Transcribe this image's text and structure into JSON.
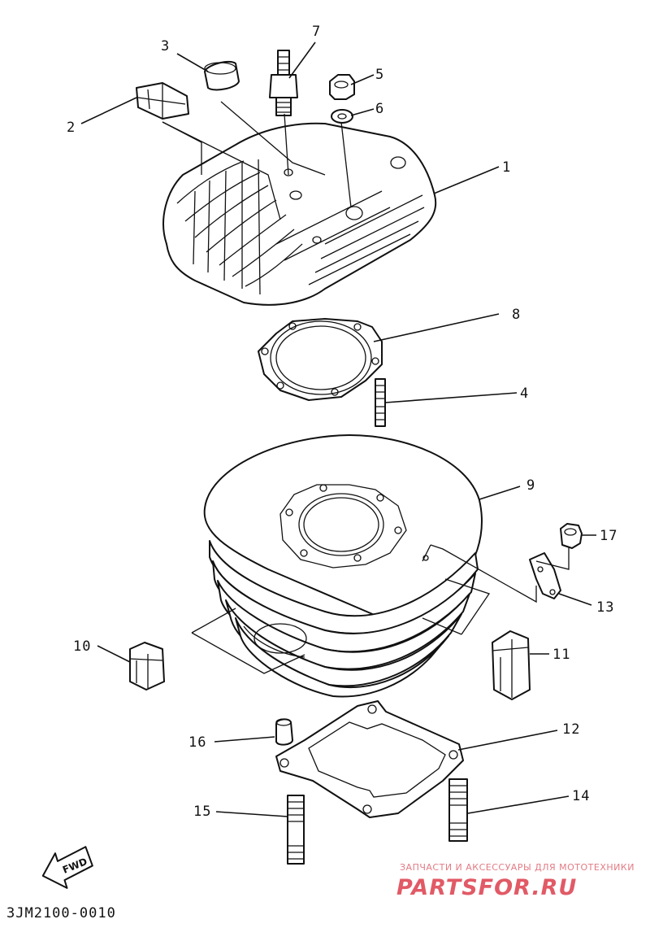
{
  "diagram": {
    "drawing_code": "3JM2100-0010",
    "direction_label": "FWD",
    "watermark": {
      "line1": "ЗАПЧАСТИ И АКСЕССУАРЫ ДЛЯ МОТОТЕХНИКИ",
      "line2": "PARTSFOR.RU"
    },
    "callouts": [
      {
        "id": "c1",
        "label": "1"
      },
      {
        "id": "c2",
        "label": "2"
      },
      {
        "id": "c3",
        "label": "3"
      },
      {
        "id": "c4",
        "label": "4"
      },
      {
        "id": "c5",
        "label": "5"
      },
      {
        "id": "c6",
        "label": "6"
      },
      {
        "id": "c7",
        "label": "7"
      },
      {
        "id": "c8",
        "label": "8"
      },
      {
        "id": "c9",
        "label": "9"
      },
      {
        "id": "c10",
        "label": "10"
      },
      {
        "id": "c11",
        "label": "11"
      },
      {
        "id": "c12",
        "label": "12"
      },
      {
        "id": "c13",
        "label": "13"
      },
      {
        "id": "c14",
        "label": "14"
      },
      {
        "id": "c15",
        "label": "15"
      },
      {
        "id": "c16",
        "label": "16"
      },
      {
        "id": "c17",
        "label": "17"
      }
    ]
  }
}
